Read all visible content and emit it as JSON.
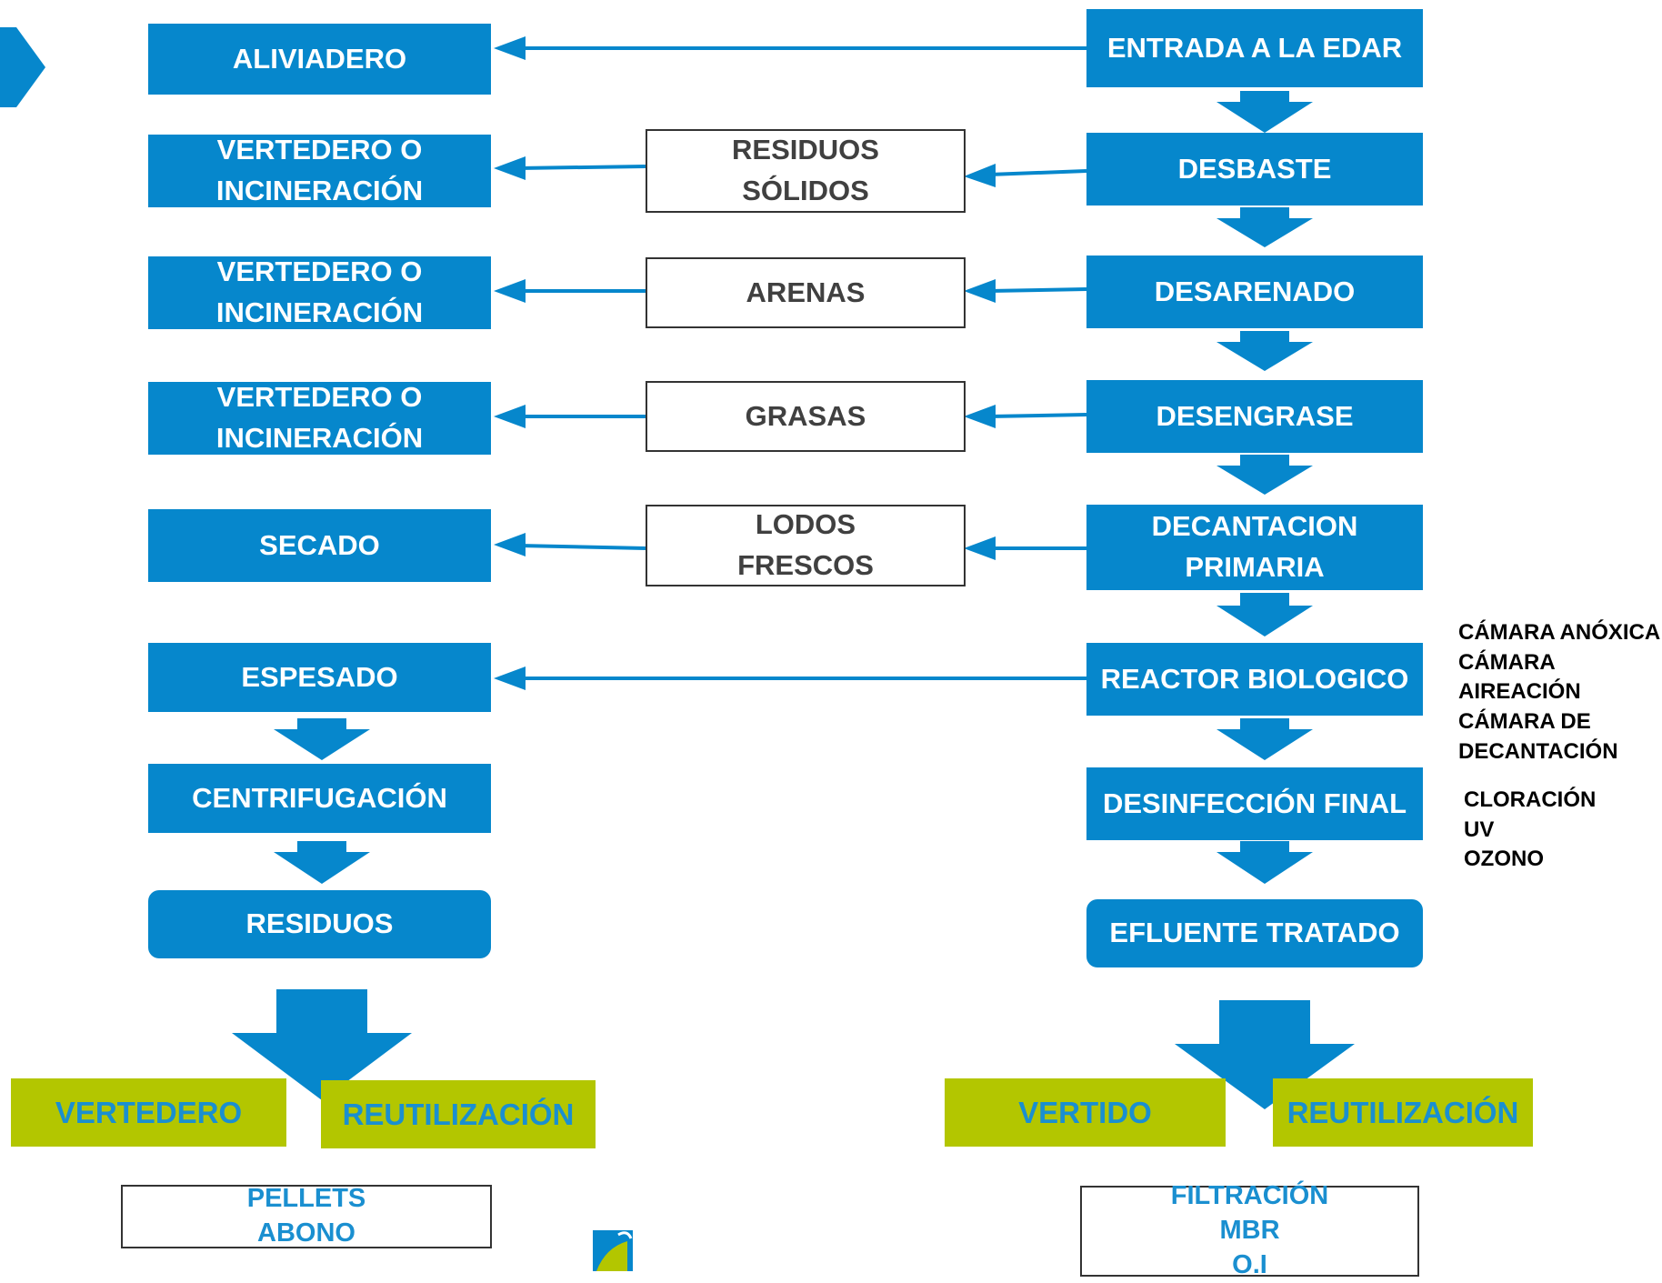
{
  "colors": {
    "process_blue": "#0687cc",
    "output_green": "#b3c600",
    "output_text": "#1a8fd0"
  },
  "main_line": {
    "entrada": "ENTRADA A LA EDAR",
    "desbaste": "DESBASTE",
    "desarenado": "DESARENADO",
    "desengrase": "DESENGRASE",
    "decantacion": "DECANTACION\nPRIMARIA",
    "reactor": "REACTOR BIOLOGICO",
    "desinfeccion": "DESINFECCIÓN FINAL",
    "efluente": "EFLUENTE TRATADO"
  },
  "byproducts": {
    "residuos_solidos": "RESIDUOS\nSÓLIDOS",
    "arenas": "ARENAS",
    "grasas": "GRASAS",
    "lodos_frescos": "LODOS\nFRESCOS"
  },
  "destinations": {
    "aliviadero": "ALIVIADERO",
    "vertedero_1": "VERTEDERO O\nINCINERACIÓN",
    "vertedero_2": "VERTEDERO O\nINCINERACIÓN",
    "vertedero_3": "VERTEDERO O\nINCINERACIÓN",
    "secado": "SECADO",
    "espesado": "ESPESADO",
    "centrifugacion": "CENTRIFUGACIÓN",
    "residuos": "RESIDUOS"
  },
  "outputs": {
    "vertedero": "VERTEDERO",
    "reutilizacion_left": "REUTILIZACIÓN",
    "vertido": "VERTIDO",
    "reutilizacion_right": "REUTILIZACIÓN",
    "pellets_abono": "PELLETS\nABONO",
    "filtracion": "FILTRACIÓN\nMBR\nO.I"
  },
  "notes": {
    "reactor_notes": "CÁMARA ANÓXICA\nCÁMARA\nAIREACIÓN\nCÁMARA DE\nDECANTACIÓN",
    "desinfeccion_notes": "CLORACIÓN\nUV\nOZONO"
  },
  "icons": [
    "chevron-right-icon",
    "down-arrow-icon",
    "left-arrow-icon",
    "logo-icon"
  ]
}
